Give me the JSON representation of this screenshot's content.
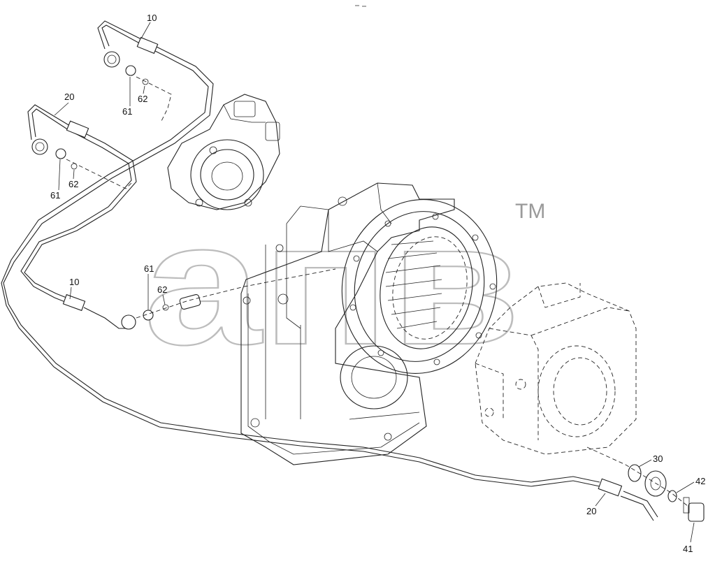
{
  "watermark": {
    "brand": "апв",
    "trademark": "TM"
  },
  "callouts": {
    "upper_hose": "10",
    "upper_fitting": "61",
    "upper_oring": "62",
    "second_hose": "20",
    "second_fitting": "61",
    "second_oring": "62",
    "mid_hose": "10",
    "mid_fitting": "61",
    "mid_oring": "62",
    "seal_ring": "30",
    "lower_hose": "20",
    "plug_washer": "42",
    "plug": "41"
  },
  "colors": {
    "line": "#222222",
    "watermark": "#bdbdbd",
    "background": "#ffffff"
  }
}
